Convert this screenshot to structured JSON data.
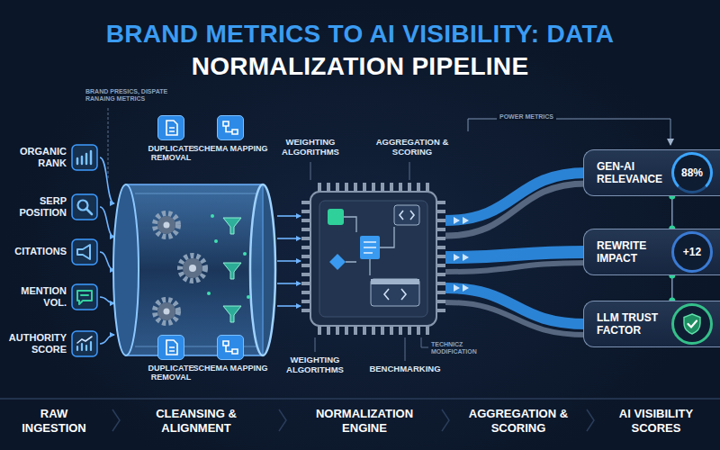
{
  "diagram": {
    "title": "BRAND METRICS TO AI VISIBILITY: DATA NORMALIZATION PIPELINE",
    "nodes": [
      {
        "text": [
          "ORGANIC RANK"
        ]
      },
      {
        "text": [
          "SERP POSITION"
        ]
      },
      {
        "text": [
          "CITATIONS"
        ]
      },
      {
        "text": [
          "MENTION VOL."
        ]
      },
      {
        "text": [
          "AUTHORITY SCORE"
        ]
      },
      {
        "text": [
          "DUPLICATE REMOVAL"
        ]
      },
      {
        "text": [
          "SCHEMA MAPPING"
        ]
      },
      {
        "text": [
          "DUPLICATE REMOVAL"
        ]
      },
      {
        "text": [
          "SCHEMA MAPPING"
        ]
      },
      {
        "text": [
          "GEN-AI RELEVANCE",
          "88%"
        ]
      },
      {
        "text": [
          "REWRITE IMPACT",
          "+12"
        ]
      },
      {
        "text": [
          "LLM TRUST FACTOR"
        ]
      }
    ],
    "edges": [
      {
        "from": 9,
        "to": 10,
        "arrow": "none"
      },
      {
        "from": 10,
        "to": 11,
        "arrow": "none"
      }
    ],
    "labels": [
      "BRAND PRESICS, DISPATE RANAING METRICS",
      "WEIGHTING ALGORITHMS",
      "AGGREGATION & SCORING",
      "POWER METRICS",
      "WEIGHTING ALGORITHMS",
      "BENCHMARKING",
      "TECHNICZ MODIFICATION",
      "RAW INGESTION",
      "CLEANSING & ALIGNMENT",
      "NORMALIZATION ENGINE",
      "AGGREGATION & SCORING",
      "AI VISIBILITY SCORES"
    ]
  }
}
